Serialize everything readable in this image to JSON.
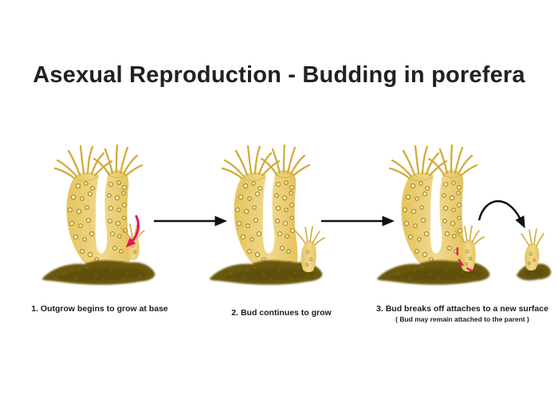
{
  "title": "Asexual Reproduction - Budding in porefera",
  "stages": [
    {
      "label": "1. Outgrow begins to grow at base"
    },
    {
      "label": "2. Bud continues to grow"
    },
    {
      "label": "3. Bud breaks off attaches to a new surface",
      "sublabel": "( Bud may remain attached to the parent )"
    }
  ],
  "icons": {
    "flow_arrow": "straight right black arrow",
    "bud_pointer": "pink curved down arrow",
    "detach_mark": "pink dashed arc",
    "detach_path": "black curved arrow"
  },
  "colors": {
    "background": "#ffffff",
    "text": "#212121",
    "body": "#e6c35c",
    "body_light": "#f0d98e",
    "tentacle": "#d2ab39",
    "pore_ring": "#a3861f",
    "pore_fill": "#f6ecc0",
    "mound": "#6b5910",
    "mound_dark": "#54450a",
    "highlight": "#e9145e",
    "arrow": "#111111"
  }
}
